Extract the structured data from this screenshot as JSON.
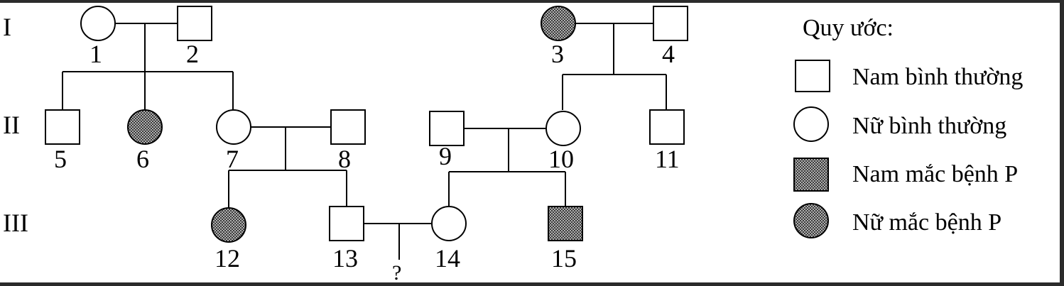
{
  "generations": [
    "I",
    "II",
    "III"
  ],
  "individuals": [
    {
      "id": "1",
      "sex": "female",
      "affected": false
    },
    {
      "id": "2",
      "sex": "male",
      "affected": false
    },
    {
      "id": "3",
      "sex": "female",
      "affected": true
    },
    {
      "id": "4",
      "sex": "male",
      "affected": false
    },
    {
      "id": "5",
      "sex": "male",
      "affected": false
    },
    {
      "id": "6",
      "sex": "female",
      "affected": true
    },
    {
      "id": "7",
      "sex": "female",
      "affected": false
    },
    {
      "id": "8",
      "sex": "male",
      "affected": false
    },
    {
      "id": "9",
      "sex": "male",
      "affected": false
    },
    {
      "id": "10",
      "sex": "female",
      "affected": false
    },
    {
      "id": "11",
      "sex": "male",
      "affected": false
    },
    {
      "id": "12",
      "sex": "female",
      "affected": true
    },
    {
      "id": "13",
      "sex": "male",
      "affected": false
    },
    {
      "id": "14",
      "sex": "female",
      "affected": false
    },
    {
      "id": "15",
      "sex": "male",
      "affected": true
    }
  ],
  "unknown_child_label": "?",
  "legend": {
    "title": "Quy ước:",
    "items": [
      {
        "label": "Nam bình thường",
        "sex": "male",
        "affected": false
      },
      {
        "label": "Nữ bình thường",
        "sex": "female",
        "affected": false
      },
      {
        "label": "Nam mắc bệnh P",
        "sex": "male",
        "affected": true
      },
      {
        "label": "Nữ mắc bệnh P",
        "sex": "female",
        "affected": true
      }
    ]
  },
  "colors": {
    "line": "#000000",
    "affected_fill": "#8a8a8a",
    "normal_fill": "#ffffff"
  }
}
